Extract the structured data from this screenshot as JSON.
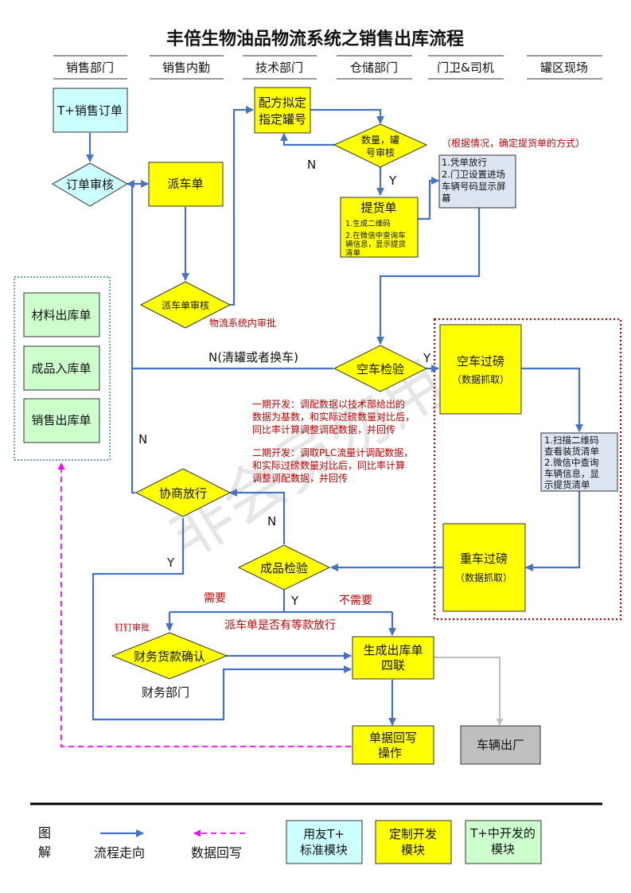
{
  "title": "丰倍生物油品物流系统之销售出库流程",
  "lanes": [
    "销售部门",
    "销售内勤",
    "技术部门",
    "仓储部门",
    "门卫&司机",
    "罐区现场"
  ],
  "nodes": {
    "t_order": "T+销售订单",
    "order_review": "订单审核",
    "dispatch": "派车单",
    "dispatch_review": "派车单审核",
    "formula_line1": "配方拟定",
    "formula_line2": "指定罐号",
    "qty_review_line1": "数量，罐",
    "qty_review_line2": "号审核",
    "pickup_title": "提货单",
    "pickup_item1": "1.生成二维码",
    "pickup_item2_line1": "2.在微信中查询车",
    "pickup_item2_line2": "辆信息，显示提货",
    "pickup_item2_line3": "清单",
    "gate_line1": "1.凭单放行",
    "gate_line2": "2.门卫设置进场",
    "gate_line3": "车辆号码显示屏",
    "gate_line4": "幕",
    "empty_check": "空车检验",
    "empty_weigh": "空车过磅",
    "empty_weigh_sub": "（数据抓取）",
    "scan_line1": "1.扫描二维码",
    "scan_line2": "查看装货清单",
    "scan_line3": "2.微信中查询",
    "scan_line4": "车辆信息，显",
    "scan_line5": "示提货清单",
    "full_weigh": "重车过磅",
    "full_weigh_sub": "（数据抓取）",
    "product_check": "成品检验",
    "negotiate": "协商放行",
    "finance_confirm": "财务货款确认",
    "finance_dept": "财务部门",
    "outbound_line1": "生成出库单",
    "outbound_line2": "四联",
    "writeback_line1": "单据回写",
    "writeback_line2": "操作",
    "vehicle_exit": "车辆出厂",
    "mat_out": "材料出库单",
    "prod_in": "成品入库单",
    "sales_out": "销售出库单"
  },
  "labels": {
    "n": "N",
    "y": "Y",
    "n_change": "N(清罐或者换车)",
    "logistics_review": "物流系统内审批",
    "pickup_note": "（根据情况，确定提货单的方式）",
    "phase1_line1": "一期开发：调配数据以技术部给出的",
    "phase1_line2": "数据为基数，和实际过磅数量对比后，",
    "phase1_line3": "同比率计算调整调配数据，并回传",
    "phase2_line1": "二期开发：调取PLC流量计调配数据，",
    "phase2_line2": "和实际过磅数量对比后，同比率计算",
    "phase2_line3": "调整调配数据，并回传",
    "need": "需要",
    "no_need": "不需要",
    "dingding": "钉钉审批",
    "payment_question": "派车单是否有等款放行"
  },
  "legend": {
    "title_line1": "图",
    "title_line2": "解",
    "flow": "流程走向",
    "writeback": "数据回写",
    "std_line1": "用友T+",
    "std_line2": "标准模块",
    "custom_line1": "定制开发",
    "custom_line2": "模块",
    "tplus_line1": "T+中开发的",
    "tplus_line2": "模块"
  },
  "watermark": "非会员勿用",
  "colors": {
    "arrow": "#4472c4",
    "yellow": "#ffff00",
    "cyan": "#ccffff",
    "green": "#ccffcc",
    "grey": "#bfbfbf",
    "note": "#dce6f2",
    "red": "#c00000",
    "magenta": "#ff00ff"
  }
}
